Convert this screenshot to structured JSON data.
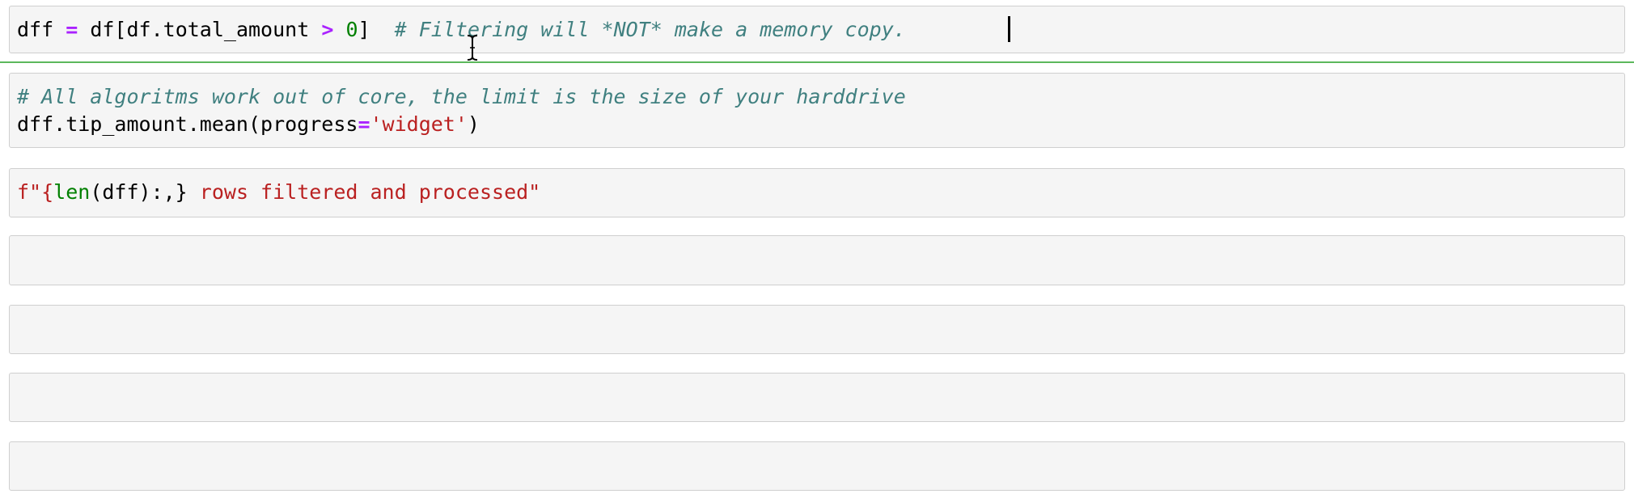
{
  "cells": [
    {
      "lines": [
        [
          {
            "t": "dff ",
            "c": "plain"
          },
          {
            "t": "=",
            "c": "op"
          },
          {
            "t": " df[df.total_amount ",
            "c": "plain"
          },
          {
            "t": ">",
            "c": "op"
          },
          {
            "t": " ",
            "c": "plain"
          },
          {
            "t": "0",
            "c": "num"
          },
          {
            "t": "]  ",
            "c": "plain"
          },
          {
            "t": "# Filtering will *NOT* make a memory copy.",
            "c": "comment"
          }
        ]
      ]
    },
    {
      "lines": [
        [
          {
            "t": "# All algoritms work out of core, the limit is the size of your harddrive",
            "c": "comment"
          }
        ],
        [
          {
            "t": "dff.tip_amount.mean(progress",
            "c": "plain"
          },
          {
            "t": "=",
            "c": "op"
          },
          {
            "t": "'widget'",
            "c": "str"
          },
          {
            "t": ")",
            "c": "plain"
          }
        ]
      ]
    },
    {
      "lines": [
        [
          {
            "t": "f\"{",
            "c": "str"
          },
          {
            "t": "len",
            "c": "builtin"
          },
          {
            "t": "(dff):,}",
            "c": "plain"
          },
          {
            "t": " rows filtered and processed\"",
            "c": "str"
          }
        ]
      ]
    },
    {
      "lines": []
    },
    {
      "lines": []
    },
    {
      "lines": []
    },
    {
      "lines": []
    }
  ],
  "colors": {
    "operator": "#aa22ff",
    "number": "#008000",
    "comment": "#408080",
    "string": "#ba2121",
    "builtin": "#008000",
    "cell_background": "#f5f5f5",
    "cell_border": "#cfcfcf",
    "selected_divider": "#5cb85c"
  },
  "icons": {
    "mouse_pointer": "ibeam-cursor-icon",
    "caret": "text-caret"
  }
}
